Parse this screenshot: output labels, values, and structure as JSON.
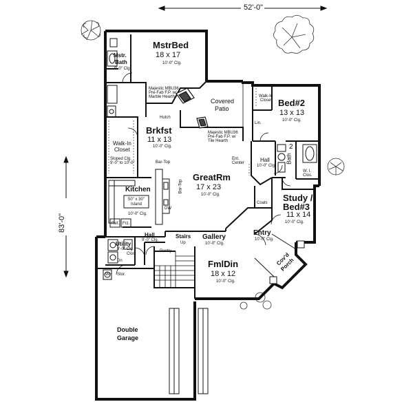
{
  "dimensions": {
    "width": "52'-0\"",
    "depth": "83'-0\""
  },
  "rooms": {
    "mstrbed": {
      "name": "MstrBed",
      "size": "18 x 17",
      "ceiling": "10'-0\" Clg."
    },
    "mstrbath": {
      "name": "Mstr.",
      "name2": "Bath",
      "ceiling": "9'-0\" Clg."
    },
    "closet": {
      "name": "Walk-In",
      "name2": "Closet",
      "note": "Sloped Clg. 9'-0\" to 10'-0\""
    },
    "covpatio": {
      "name": "Covered",
      "name2": "Patio"
    },
    "bed2": {
      "name": "Bed#2",
      "size": "13 x 13",
      "ceiling": "10'-0\" Clg."
    },
    "brkfst": {
      "name": "Brkfst",
      "size": "11 x 13",
      "ceiling": "10'-0\" Clg."
    },
    "greatrm": {
      "name": "GreatRm",
      "size": "17 x 23",
      "ceiling": "10'-0\" Clg."
    },
    "kitchen": {
      "name": "Kitchen",
      "island": "50\" x 30\"",
      "island2": "Island",
      "ceiling": "10'-0\" Clg."
    },
    "study": {
      "name": "Study /",
      "name2": "Bed#3",
      "size": "11 x 14",
      "ceiling": "10'-0\" Clg."
    },
    "hall_r": {
      "name": "Hall",
      "ceiling": "10'-0\" Clg."
    },
    "bath2": {
      "name": "Bath",
      "num": "2"
    },
    "entry": {
      "name": "Entry",
      "ceiling": "10'-0\" Clg."
    },
    "gallery": {
      "name": "Gallery",
      "ceiling": "10'-0\" Clg."
    },
    "fmldin": {
      "name": "FmlDin",
      "size": "18 x 12",
      "ceiling": "10'-0\" Clg."
    },
    "utility": {
      "name": "Utility",
      "ceiling": "9'-0\" Clg."
    },
    "hall_l": {
      "name": "Hall",
      "ceiling": "9'-0\" Clg."
    },
    "stairs": {
      "name": "Stairs",
      "dir": "Up"
    },
    "porch": {
      "name": "Cov'd",
      "name2": "Porch"
    },
    "garage": {
      "name": "Double",
      "name2": "Garage"
    }
  },
  "notes": {
    "fp1": [
      "Majestic MBU36",
      "Pre-Fab F.P. w/",
      "Marble Hearth"
    ],
    "fp2": [
      "Majestic MBU36",
      "Pre-Fab F.P. w/",
      "Tile Hearth"
    ],
    "hutch": "Hutch",
    "bartop": "Bar-Top",
    "bartop2": "Bar-Top",
    "entcenter": [
      "Ent.",
      "Center"
    ],
    "pantry": "Pantry",
    "walkin_closet_bed2": [
      "Walk-In",
      "Closet"
    ],
    "lin": "Lin.",
    "lin_clos": [
      "W. I.",
      "Clos."
    ],
    "coats": "Coats",
    "dw": "DW",
    "ref": "Ref.",
    "frz": "Frz.",
    "wh": "WH",
    "dn": "Dn",
    "clos": "Clos",
    "stor": "Stor."
  }
}
